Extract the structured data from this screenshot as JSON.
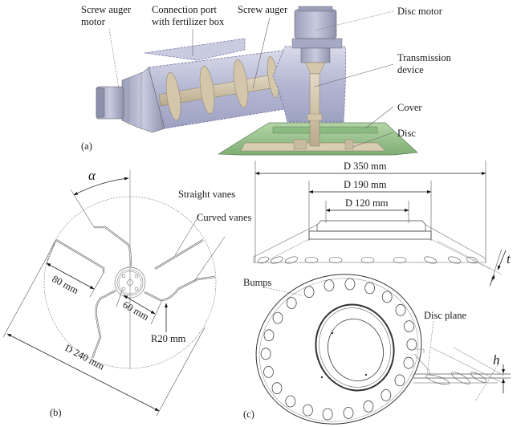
{
  "figure": {
    "panels": [
      {
        "id": "a",
        "tag": "(a)"
      },
      {
        "id": "b",
        "tag": "(b)"
      },
      {
        "id": "c",
        "tag": "(c)"
      }
    ]
  },
  "panel_a": {
    "labels": {
      "screw_auger_motor_1": "Screw auger",
      "screw_auger_motor_2": "motor",
      "connection_port_1": "Connection port",
      "connection_port_2": "with fertilizer box",
      "screw_auger": "Screw auger",
      "disc_motor": "Disc motor",
      "transmission_1": "Transmission",
      "transmission_2": "device",
      "cover": "Cover",
      "disc": "Disc"
    },
    "colors": {
      "housing": "#b9bdd6",
      "auger": "#cfc2a8",
      "cover": "#9cc58f"
    }
  },
  "panel_b": {
    "angle_symbol": "α",
    "labels": {
      "straight_vanes": "Straight vanes",
      "curved_vanes": "Curved vanes",
      "dim_80": "80 mm",
      "dim_60": "60 mm",
      "r20": "R20 mm",
      "d240": "D 240 mm"
    }
  },
  "panel_c": {
    "labels": {
      "d350": "D 350 mm",
      "d190": "D 190 mm",
      "d120": "D 120 mm",
      "t": "t",
      "bumps": "Bumps",
      "disc_plane": "Disc plane",
      "h": "h"
    },
    "bump_count": 22
  }
}
